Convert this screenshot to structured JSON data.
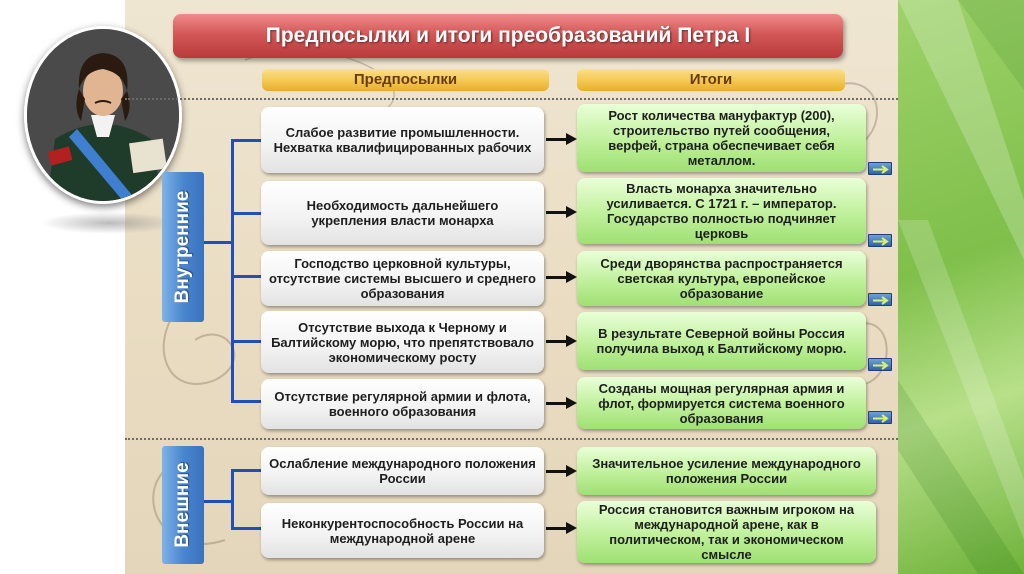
{
  "title": "Предпосылки и итоги преобразований Петра I",
  "headers": {
    "causes": "Предпосылки",
    "results": "Итоги"
  },
  "groups": {
    "internal": "Внутренние",
    "external": "Внешние"
  },
  "rows": [
    {
      "cause": "Слабое развитие промышленности. Нехватка квалифицированных рабочих",
      "result": "Рост количества мануфактур (200), строительство путей сообщения, верфей, страна обеспечивает себя металлом."
    },
    {
      "cause": "Необходимость дальнейшего укрепления власти монарха",
      "result": "Власть монарха значительно усиливается. С 1721 г. – император. Государство полностью подчиняет церковь"
    },
    {
      "cause": "Господство церковной культуры, отсутствие системы высшего и среднего образования",
      "result": "Среди дворянства распространяется светская культура, европейское образование"
    },
    {
      "cause": "Отсутствие выхода к Черному и Балтийскому морю, что препятствовало экономическому росту",
      "result": "В результате Северной войны Россия получила выход к Балтийскому морю."
    },
    {
      "cause": "Отсутствие регулярной армии и флота, военного образования",
      "result": "Созданы мощная регулярная армия и флот, формируется система военного образования"
    },
    {
      "cause": "Ослабление международного положения России",
      "result": "Значительное усиление международного положения России"
    },
    {
      "cause": "Неконкурентоспособность России на международной арене",
      "result": "Россия становится важным игроком на международной арене, как в политическом, так и экономическом смысле"
    }
  ],
  "colors": {
    "title_bar": "#d45858",
    "header_pill": "#f3c44c",
    "side_label": "#4a86cf",
    "result_box": "#bff09a",
    "connector": "#1f4fb8",
    "right_panel": "#8cc85a"
  },
  "icons": {
    "portrait": "portrait-of-peter-the-great",
    "nav": "arrow-right-icon"
  }
}
